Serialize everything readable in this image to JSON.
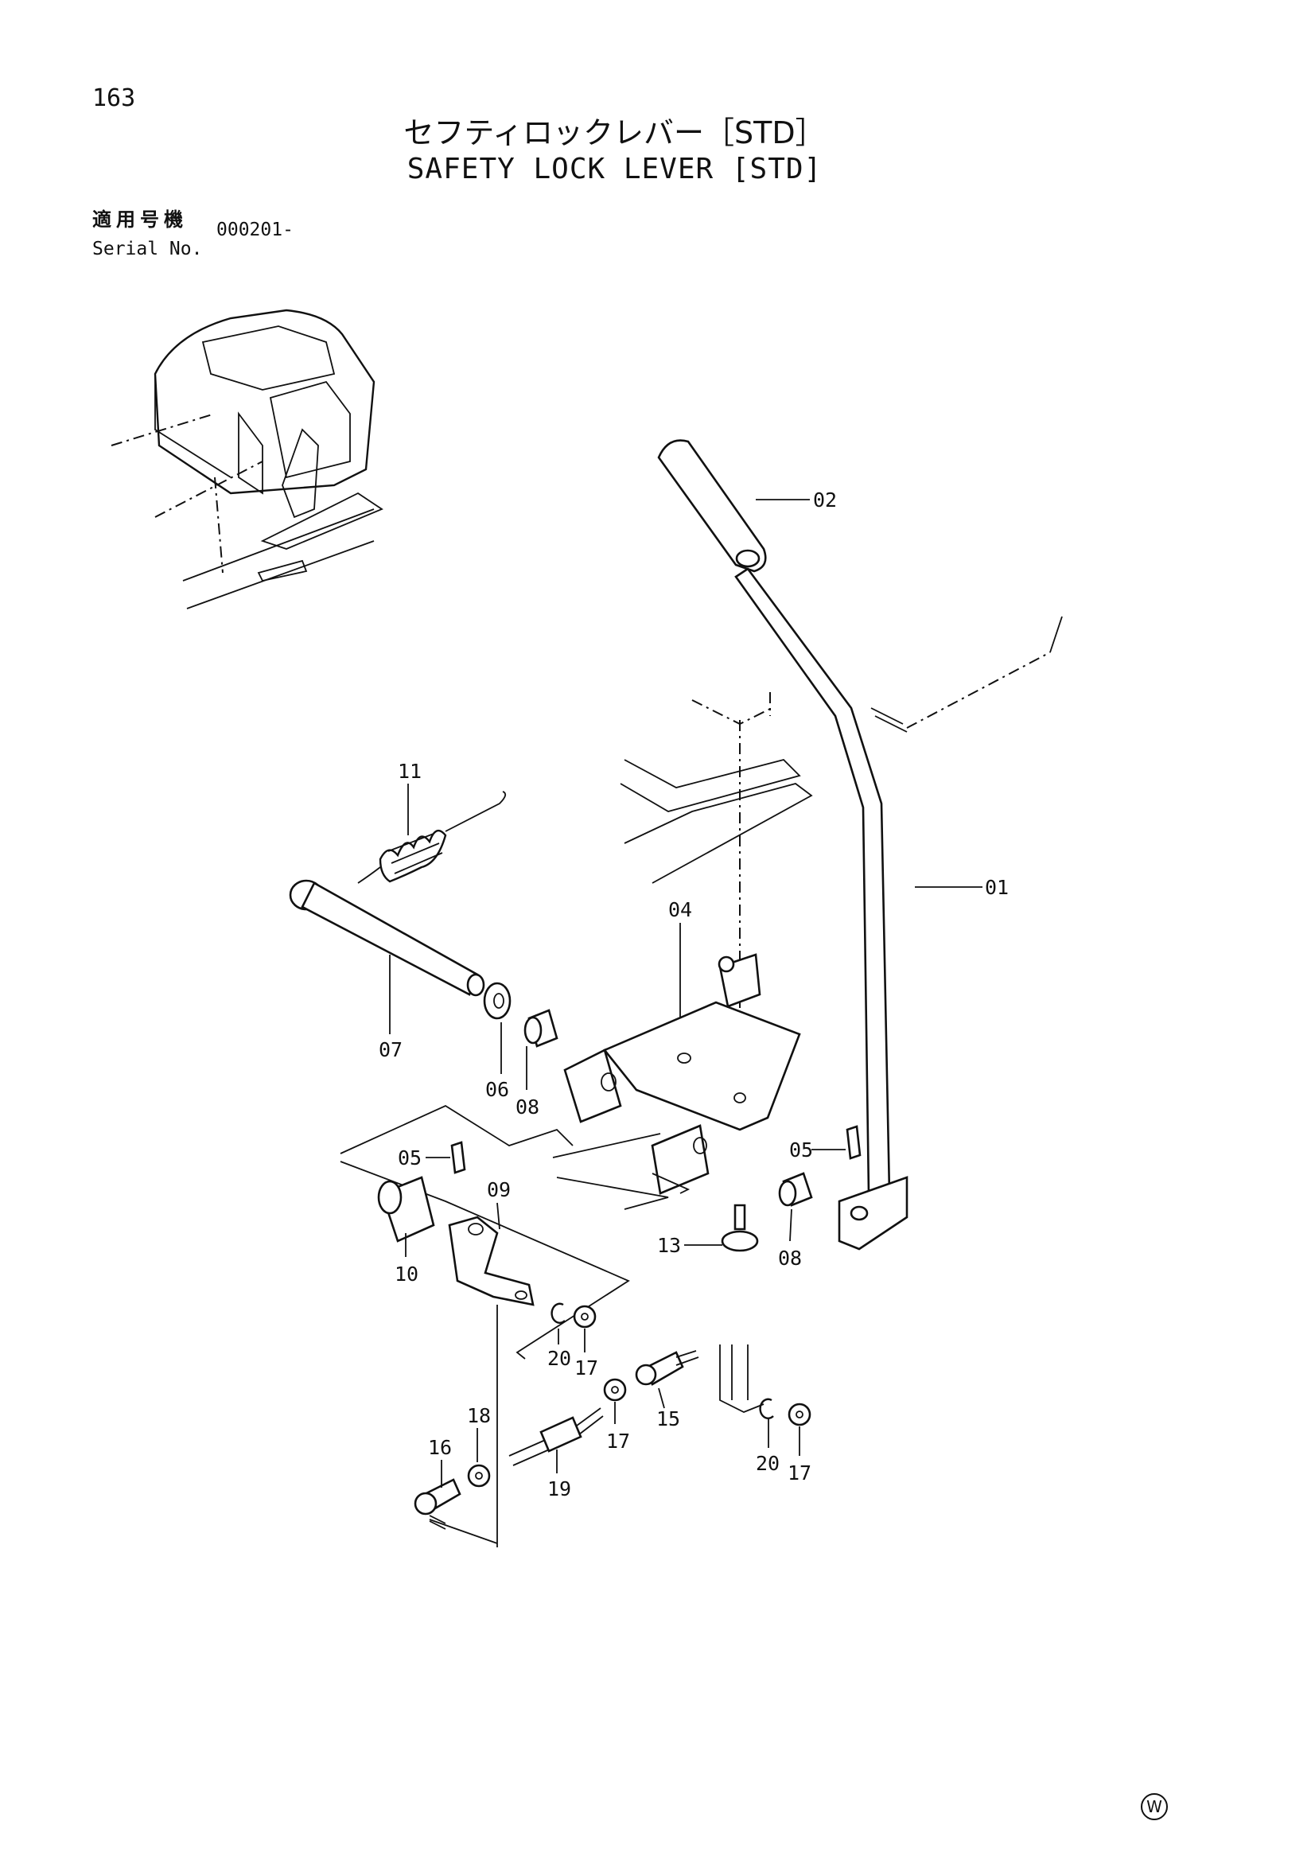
{
  "header": {
    "page_number": "163",
    "title_jp": "セフティロックレバー［STD］",
    "title_en": "SAFETY LOCK LEVER [STD]"
  },
  "serial": {
    "label_jp": "適用号機",
    "label_en": "Serial No.",
    "value": "000201-"
  },
  "callouts": {
    "p01": "01",
    "p02": "02",
    "p04": "04",
    "p05a": "05",
    "p05b": "05",
    "p06": "06",
    "p07": "07",
    "p08a": "08",
    "p08b": "08",
    "p09": "09",
    "p10": "10",
    "p11": "11",
    "p13": "13",
    "p15": "15",
    "p16": "16",
    "p17a": "17",
    "p17b": "17",
    "p17c": "17",
    "p18": "18",
    "p19": "19",
    "p20a": "20",
    "p20b": "20"
  },
  "footer": {
    "mark": "W"
  }
}
